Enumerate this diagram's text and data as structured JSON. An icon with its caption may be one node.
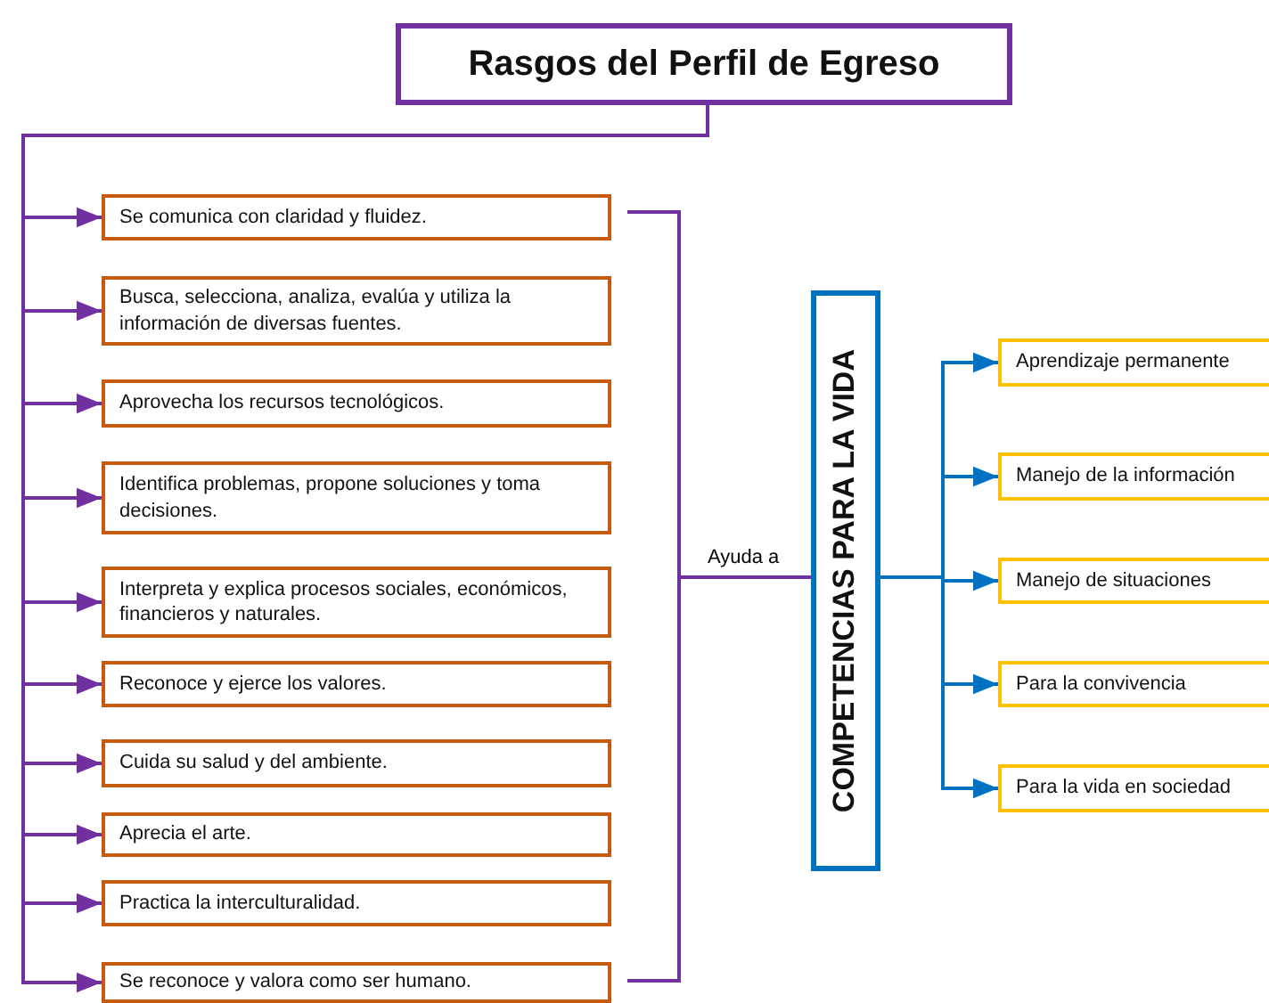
{
  "diagram": {
    "nodes": [
      {
        "text": [
          "Rasgos del Perfil de Egreso"
        ]
      },
      {
        "text": [
          "Se comunica con claridad y fluidez."
        ]
      },
      {
        "text": [
          "Busca, selecciona, analiza, evalúa y utiliza la información de diversas fuentes."
        ]
      },
      {
        "text": [
          "Aprovecha los recursos tecnológicos."
        ]
      },
      {
        "text": [
          "Identifica problemas, propone soluciones y toma decisiones."
        ]
      },
      {
        "text": [
          "Interpreta y explica procesos sociales, económicos, financieros y naturales."
        ]
      },
      {
        "text": [
          "Reconoce y ejerce los valores."
        ]
      },
      {
        "text": [
          "Cuida su salud y del ambiente."
        ]
      },
      {
        "text": [
          "Aprecia el arte."
        ]
      },
      {
        "text": [
          "Practica la interculturalidad."
        ]
      },
      {
        "text": [
          "Se reconoce y valora como ser humano."
        ]
      },
      {
        "text": [
          "COMPETENCIAS PARA LA VIDA"
        ]
      },
      {
        "text": [
          "Aprendizaje permanente"
        ]
      },
      {
        "text": [
          "Manejo de la información"
        ]
      },
      {
        "text": [
          "Manejo de situaciones"
        ]
      },
      {
        "text": [
          "Para la convivencia"
        ]
      },
      {
        "text": [
          "Para la vida en sociedad"
        ]
      }
    ],
    "edges": [
      {
        "from": 0,
        "to": 1,
        "arrow": "to"
      },
      {
        "from": 0,
        "to": 2,
        "arrow": "to"
      },
      {
        "from": 0,
        "to": 3,
        "arrow": "to"
      },
      {
        "from": 0,
        "to": 4,
        "arrow": "to"
      },
      {
        "from": 0,
        "to": 5,
        "arrow": "to"
      },
      {
        "from": 0,
        "to": 6,
        "arrow": "to"
      },
      {
        "from": 0,
        "to": 7,
        "arrow": "to"
      },
      {
        "from": 0,
        "to": 8,
        "arrow": "to"
      },
      {
        "from": 0,
        "to": 9,
        "arrow": "to"
      },
      {
        "from": 0,
        "to": 10,
        "arrow": "to"
      },
      {
        "from": 1,
        "to": 11,
        "arrow": "none",
        "label": "Ayuda a"
      },
      {
        "from": 10,
        "to": 11,
        "arrow": "none"
      },
      {
        "from": 11,
        "to": 12,
        "arrow": "to",
        "color": "#0070c0"
      },
      {
        "from": 11,
        "to": 13,
        "arrow": "to",
        "color": "#0070c0"
      },
      {
        "from": 11,
        "to": 14,
        "arrow": "to",
        "color": "#0070c0"
      },
      {
        "from": 11,
        "to": 15,
        "arrow": "to",
        "color": "#0070c0"
      },
      {
        "from": 11,
        "to": 16,
        "arrow": "to",
        "color": "#0070c0"
      }
    ]
  }
}
